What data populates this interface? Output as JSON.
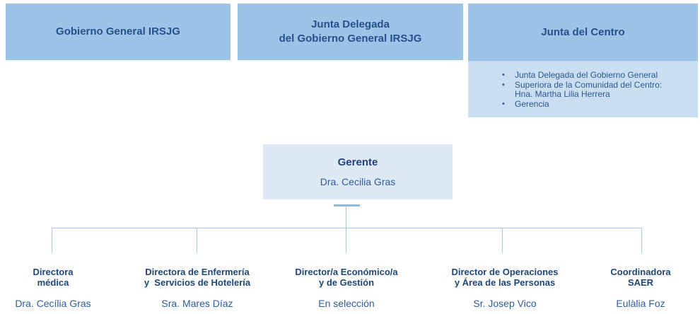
{
  "diagram": {
    "bullet_char": "•",
    "top_boxes": [
      {
        "label": "Gobierno General IRSJG"
      },
      {
        "label": "Junta Delegada\ndel Gobierno General IRSJG"
      },
      {
        "label": "Junta del Centro"
      }
    ],
    "junta_del_centro_members": [
      "Junta Delegada del Gobierno General",
      "Superiora de la Comunidad del Centro:\nHna. Martha Lilia Herrera",
      "Gerencia"
    ],
    "gerente": {
      "title": "Gerente",
      "name": "Dra. Cecilia Gras"
    },
    "positions": [
      {
        "title": "Directora\nmédica",
        "name": "Dra. Cecília Gras"
      },
      {
        "title": "Directora de Enfermería\ny  Servicios de Hotelería",
        "name": "Sra. Mares Díaz"
      },
      {
        "title": "Director/a Económico/a\ny de Gestión",
        "name": "En selección"
      },
      {
        "title": "Director de Operaciones\ny Área de las Personas",
        "name": "Sr. Josep Vico"
      },
      {
        "title": "Coordinadora\nSAER",
        "name": "Eulàlia Foz"
      }
    ],
    "colors": {
      "box_fill": "#9DC3E6",
      "panel_fill": "#C9DEF1",
      "gerente_fill": "#DEE9F6",
      "heading_text": "#27508F",
      "title_text": "#1E4678",
      "name_text": "#2E5C9C",
      "connector": "#A9C7E7"
    }
  }
}
